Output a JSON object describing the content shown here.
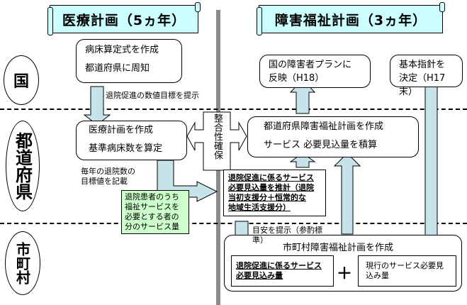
{
  "headers": {
    "medical": "医療計画（5ヵ年）",
    "welfare": "障害福祉計画（3ヵ年）"
  },
  "levels": {
    "national": "国",
    "prefecture": "都道府県",
    "municipal": "市町村"
  },
  "medical": {
    "national_box": [
      "病床算定式を作成",
      "都道府県に周知"
    ],
    "arrow_label_1": "退院促進の数値目標を提示",
    "prefecture_box": [
      "医療計画を作成",
      "基準病床数を算定"
    ],
    "note": [
      "毎年の退院数の",
      "目標値を記載"
    ],
    "service_box": [
      "退院患者のうち",
      "福祉サービスを",
      "必要とする者の",
      "分のサービス量"
    ]
  },
  "consistency": "整合性確保",
  "welfare": {
    "national_plan": [
      "国の障害者プランに",
      "反映（H18）"
    ],
    "basic_policy": [
      "基本指針を",
      "決定（H17",
      "末）"
    ],
    "prefecture_box": [
      "都道府県障害福祉計画を作成",
      "サービス 必要見込量を積算"
    ],
    "estimate_box": [
      "退院促進に係るサービス",
      "必要見込量を推計（退院",
      "当初支援分＋恒常的な",
      "地域生活支援分）"
    ],
    "guide_label": [
      "目安を提示（参酌標",
      "準）"
    ],
    "municipal_title": "市町村障害福祉計画を作成",
    "municipal_left": [
      "退院促進に係るサービス",
      "必要見込み量"
    ],
    "plus": "＋",
    "municipal_right": [
      "現行のサービス必要見",
      "込み量"
    ]
  },
  "colors": {
    "header_fill": "#ccffff",
    "arrow_fill": "#c6e3ea",
    "service_fill": "#ccffcc",
    "divider": "#808080"
  }
}
